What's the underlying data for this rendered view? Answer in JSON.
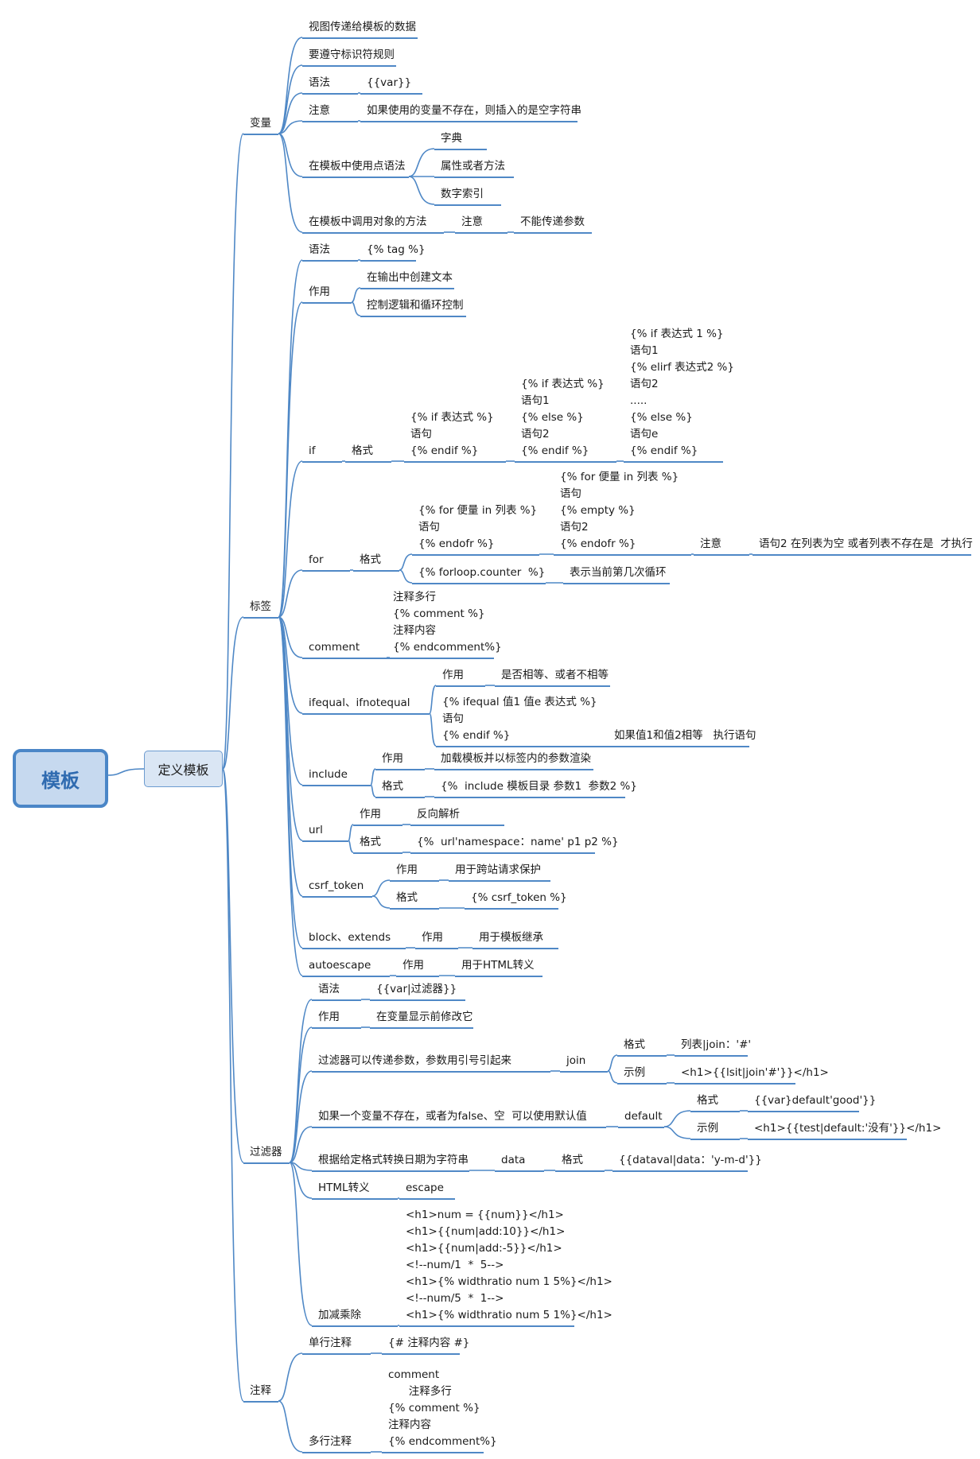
{
  "root": "模板",
  "subroot": "定义模板",
  "branches": {
    "variables": {
      "label": "变量",
      "items": [
        "视图传递给模板的数据",
        "要遵守标识符规则",
        "语法",
        "{{var}}",
        "注意",
        "如果使用的变量不存在，则插入的是空字符串",
        "在模板中使用点语法",
        "字典",
        "属性或者方法",
        "数字索引",
        "在模板中调用对象的方法",
        "注意",
        "不能传递参数"
      ]
    },
    "tags": {
      "label": "标签",
      "items": [
        "语法",
        "{% tag %}",
        "作用",
        "在输出中创建文本",
        "控制逻辑和循环控制",
        "if",
        "格式",
        "{% if 表达式 %}\n语句\n{% endif %}",
        "{% if 表达式 %}\n语句1\n{% else %}\n语句2\n{% endif %}",
        "{% if 表达式 1 %}\n语句1\n{% elirf 表达式2 %}\n语句2\n.....\n{% else %}\n语句e\n{% endif %}",
        "for",
        "格式",
        "{% for 便量 in 列表 %}\n语句\n{% endofr %}",
        "{% for 便量 in 列表 %}\n语句\n{% empty %}\n语句2\n{% endofr %}",
        "注意",
        "语句2 在列表为空 或者列表不存在是  才执行",
        "{% forloop.counter  %}",
        "表示当前第几次循环",
        "comment",
        "注释多行\n{% comment %}\n注释内容\n{% endcomment%}",
        "ifequal、ifnotequal",
        "作用",
        "是否相等、或者不相等",
        "{% ifequal 值1 值e 表达式 %}\n语句\n{% endif %}",
        "如果值1和值2相等   执行语句",
        "include",
        "作用",
        "加载模板并以标签内的参数渲染",
        "格式",
        "{%  include 模板目录 参数1  参数2 %}",
        "url",
        "作用",
        "反向解析",
        "格式",
        "{%  url'namespace：name' p1 p2 %}",
        "csrf_token",
        "作用",
        "用于跨站请求保护",
        "格式",
        "{% csrf_token %}",
        "block、extends",
        "作用",
        "用于模板继承",
        "autoescape",
        "作用",
        "用于HTML转义"
      ]
    },
    "filters": {
      "label": "过滤器",
      "items": [
        "语法",
        "{{var|过滤器}}",
        "作用",
        "在变量显示前修改它",
        "过滤器可以传递参数，参数用引号引起来",
        "join",
        "格式",
        "列表|join：'#'",
        "示例",
        "<h1>{{lsit|join'#'}}</h1>",
        "如果一个变量不存在，或者为false、空  可以使用默认值",
        "default",
        "格式",
        "{{var}default'good'}}",
        "示例",
        "<h1>{{test|default:'没有'}}</h1>",
        "根据给定格式转换日期为字符串",
        "data",
        "格式",
        "{{dataval|data：'y-m-d'}}",
        "HTML转义",
        "escape",
        "加减乘除",
        "<h1>num = {{num}}</h1>\n<h1>{{num|add:10}}</h1>\n<h1>{{num|add:-5}}</h1>\n<!--num/1  *  5-->\n<h1>{% widthratio num 1 5%}</h1>\n<!--num/5  *  1-->\n<h1>{% widthratio num 5 1%}</h1>"
      ]
    },
    "comments": {
      "label": "注释",
      "items": [
        "单行注释",
        "{# 注释内容 #}",
        "多行注释",
        "comment\n      注释多行\n{% comment %}\n注释内容\n{% endcomment%}"
      ]
    }
  },
  "colors": {
    "line": "#4f88c6",
    "root_fill": "#c6d9ef",
    "root_border": "#4a86c7",
    "sub_fill": "#dae6f4"
  }
}
